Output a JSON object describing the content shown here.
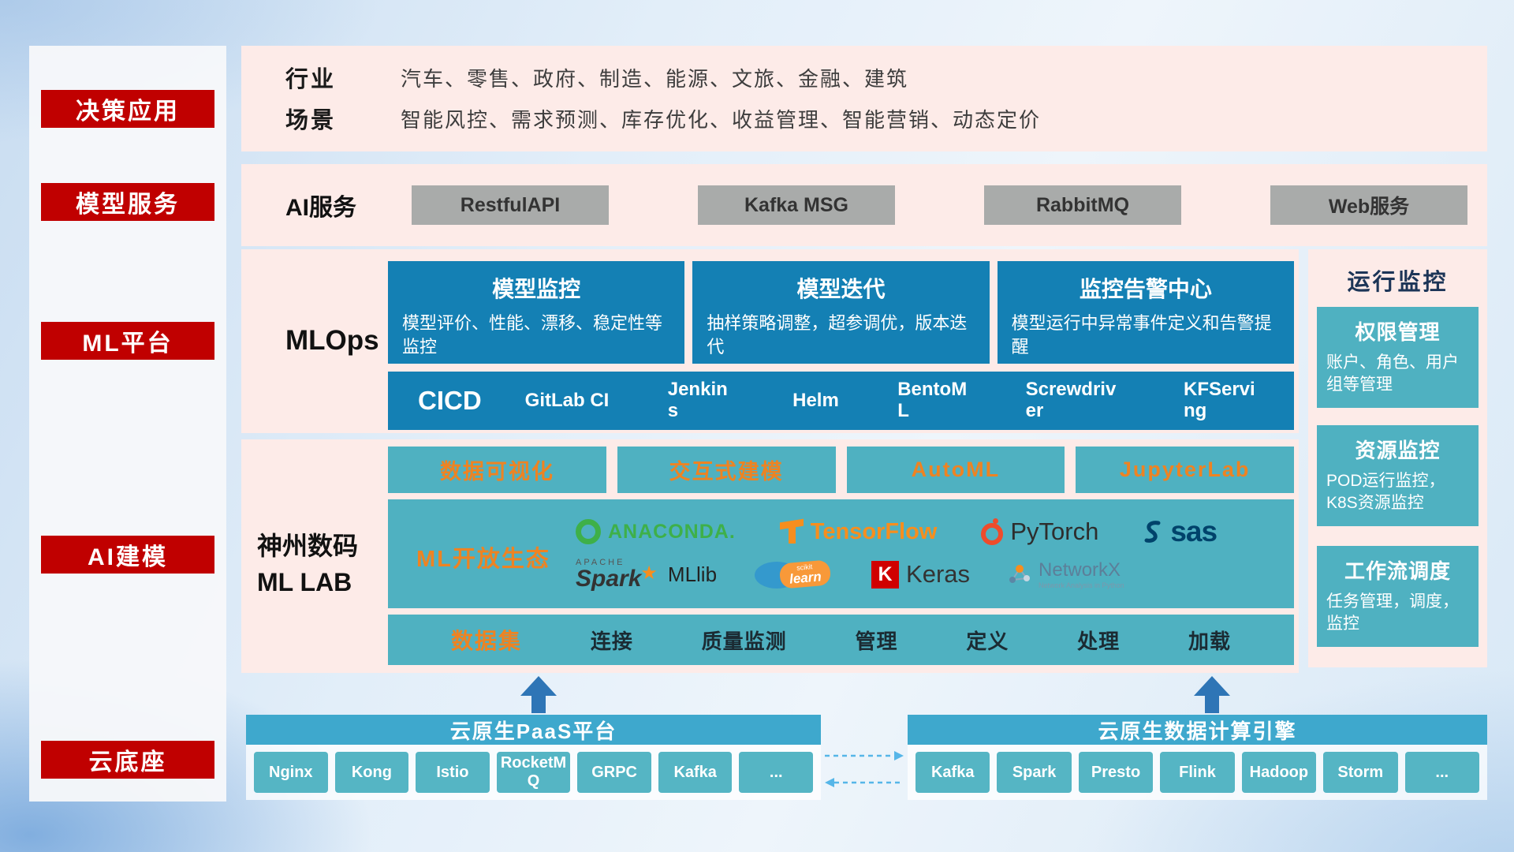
{
  "sidebar": {
    "items": [
      "决策应用",
      "模型服务",
      "ML平台",
      "AI建模",
      "云底座"
    ]
  },
  "industry": {
    "row1_label": "行业",
    "row1_value": "汽车、零售、政府、制造、能源、文旅、金融、建筑",
    "row2_label": "场景",
    "row2_value": "智能风控、需求预测、库存优化、收益管理、智能营销、动态定价"
  },
  "ai_service": {
    "label": "AI服务",
    "buttons": [
      "RestfulAPI",
      "Kafka MSG",
      "RabbitMQ",
      "Web服务"
    ]
  },
  "mlops": {
    "label": "MLOps",
    "cards": [
      {
        "title": "模型监控",
        "desc": "模型评价、性能、漂移、稳定性等监控"
      },
      {
        "title": "模型迭代",
        "desc": "抽样策略调整，超参调优，版本迭代"
      },
      {
        "title": "监控告警中心",
        "desc": "模型运行中异常事件定义和告警提醒"
      }
    ],
    "cicd_label": "CICD",
    "cicd_tools": [
      "GitLab CI",
      "Jenkins",
      "Helm",
      "BentoML",
      "Screwdriver",
      "KFServing"
    ]
  },
  "monitor": {
    "title": "运行监控",
    "cards": [
      {
        "title": "权限管理",
        "desc": "账户、角色、用户组等管理"
      },
      {
        "title": "资源监控",
        "desc": "POD运行监控，K8S资源监控"
      },
      {
        "title": "工作流调度",
        "desc": "任务管理，调度，监控"
      }
    ]
  },
  "mllab": {
    "label_line1": "神州数码",
    "label_line2": "ML LAB",
    "features": [
      "数据可视化",
      "交互式建模",
      "AutoML",
      "JupyterLab"
    ],
    "ecosystem_label": "ML开放生态",
    "logos": {
      "anaconda": "ANACONDA.",
      "tensorflow": "TensorFlow",
      "pytorch": "PyTorch",
      "sas": "sas",
      "spark_small": "APACHE",
      "spark": "Spark",
      "spark_star": "★",
      "mllib": "MLlib",
      "sklearn_top": "scikit",
      "sklearn": "learn",
      "keras_letter": "K",
      "keras": "Keras",
      "networkx": "NetworkX",
      "networkx_sub": "Network Analysis in Python"
    },
    "dataset_label": "数据集",
    "dataset_items": [
      "连接",
      "质量监测",
      "管理",
      "定义",
      "处理",
      "加载"
    ]
  },
  "bottom": {
    "paas_title": "云原生PaaS平台",
    "paas_items": [
      "Nginx",
      "Kong",
      "Istio",
      "RocketMQ",
      "GRPC",
      "Kafka",
      "..."
    ],
    "compute_title": "云原生数据计算引擎",
    "compute_items": [
      "Kafka",
      "Spark",
      "Presto",
      "Flink",
      "Hadoop",
      "Storm",
      "..."
    ]
  },
  "colors": {
    "badge_red": "#c00000",
    "panel_pink": "#fdebe8",
    "card_blue": "#1480b4",
    "teal": "#4fb1c1",
    "teal_header": "#3ea8cd",
    "accent_orange": "#ee8322",
    "arrow_blue": "#2e75b6"
  }
}
